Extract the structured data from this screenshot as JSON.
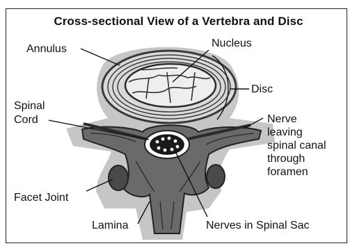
{
  "title": "Cross-sectional View of a Vertebra and Disc",
  "labels": {
    "annulus": "Annulus",
    "nucleus": "Nucleus",
    "disc": "Disc",
    "spinal_cord_line1": "Spinal",
    "spinal_cord_line2": "Cord",
    "nerve_line1": "Nerve",
    "nerve_line2": "leaving",
    "nerve_line3": "spinal canal",
    "nerve_line4": "through",
    "nerve_line5": "foramen",
    "facet_joint": "Facet Joint",
    "lamina": "Lamina",
    "nerves_in_sac": "Nerves in Spinal Sac"
  },
  "colors": {
    "halo": "#c6c6c6",
    "bone": "#5a5a5a",
    "bone_dark": "#2a2a2a",
    "disc_ring": "#3a3a3a",
    "nucleus_fill": "#e8e8e8"
  }
}
